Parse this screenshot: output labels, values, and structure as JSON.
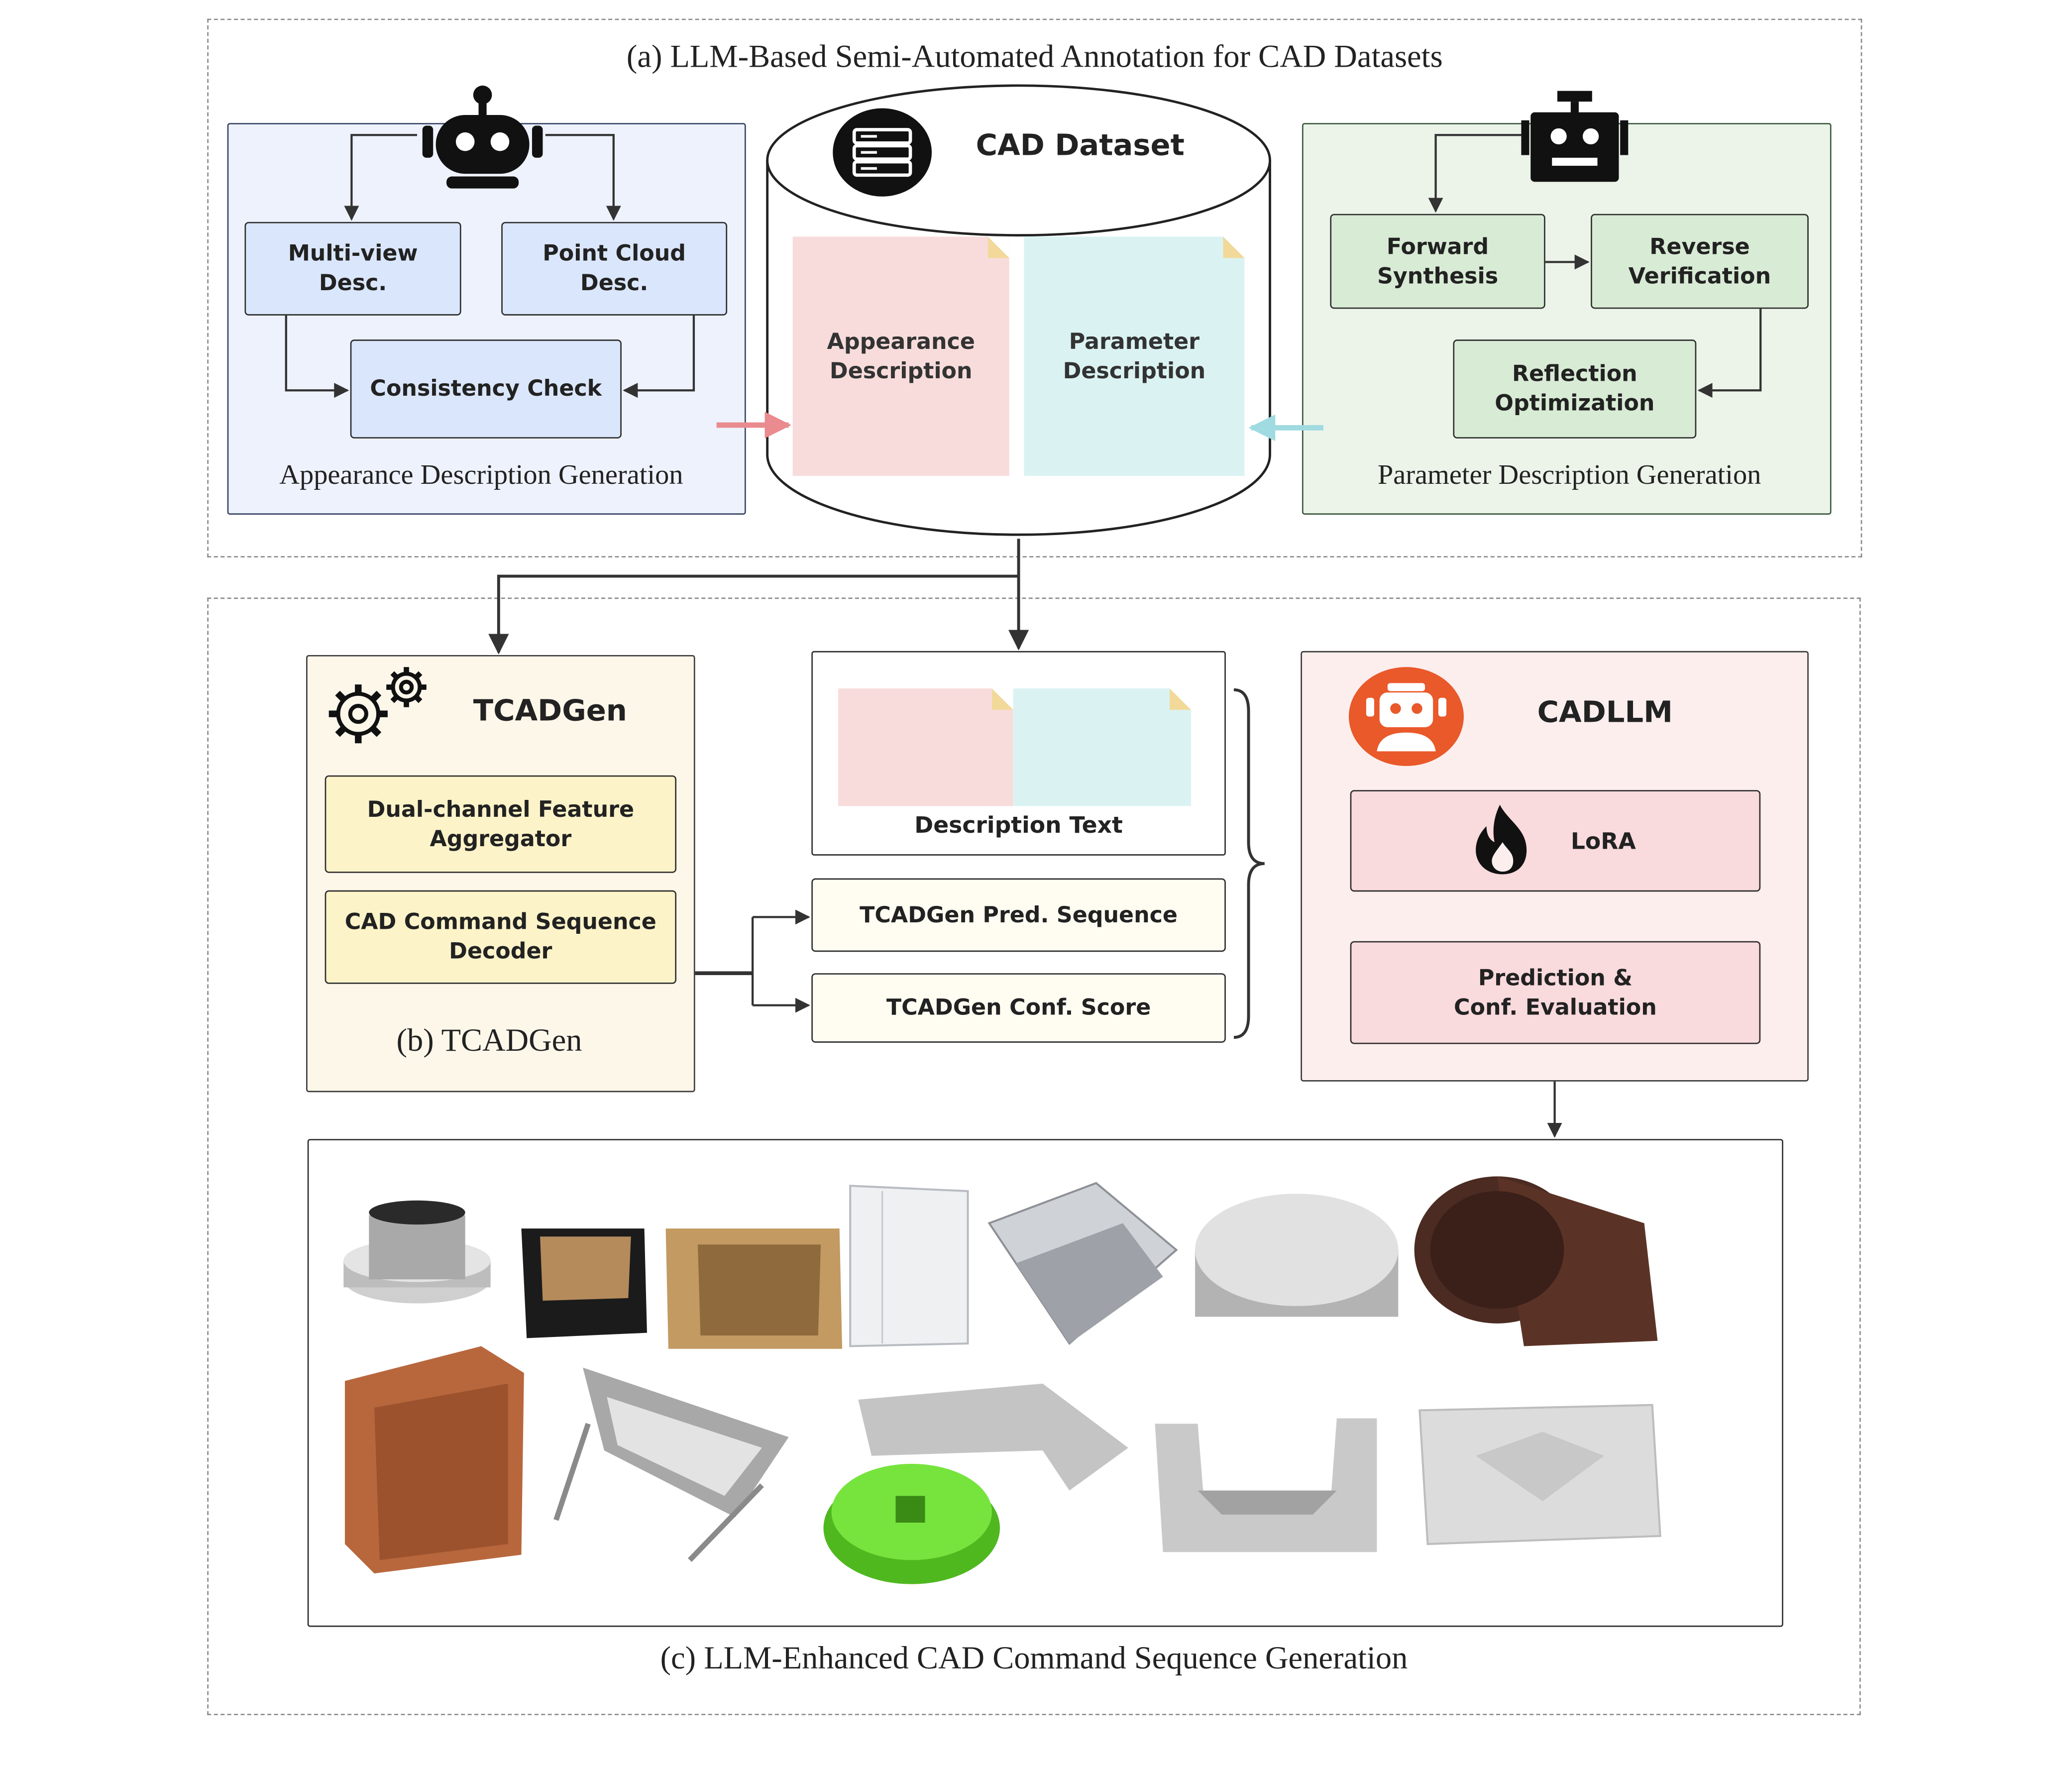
{
  "section_a": {
    "title": "(a) LLM-Based Semi-Automated Annotation for CAD Datasets",
    "appearance_panel": {
      "caption": "Appearance Description Generation",
      "multiview": "Multi-view\nDesc.",
      "pointcloud": "Point Cloud\nDesc.",
      "consistency": "Consistency Check"
    },
    "dataset": {
      "title": "CAD Dataset",
      "appearance_doc": "Appearance\nDescription",
      "parameter_doc": "Parameter\nDescription"
    },
    "parameter_panel": {
      "caption": "Parameter Description Generation",
      "forward": "Forward\nSynthesis",
      "reverse": "Reverse\nVerification",
      "reflection": "Reflection\nOptimization"
    }
  },
  "section_b": {
    "caption": "(b) TCADGen",
    "title": "TCADGen",
    "aggregator": "Dual-channel Feature\nAggregator",
    "decoder": "CAD Command Sequence\nDecoder"
  },
  "middle": {
    "description_text": "Description Text",
    "pred_sequence": "TCADGen Pred. Sequence",
    "conf_score": "TCADGen Conf. Score"
  },
  "cadllm": {
    "title": "CADLLM",
    "lora": "LoRA",
    "prediction": "Prediction &\nConf. Evaluation"
  },
  "section_c": {
    "title": "(c) LLM-Enhanced CAD Command Sequence Generation"
  },
  "colors": {
    "pink_doc": "#f8dcdc",
    "cyan_doc": "#daf3f2",
    "pink_arrow": "#e98b8f",
    "cyan_arrow": "#9fdbe0",
    "cadllm_logo": "#e9592a"
  },
  "icons": [
    "robot-icon",
    "robot-icon",
    "database-icon",
    "gears-icon",
    "fire-icon",
    "llm-logo-icon"
  ]
}
